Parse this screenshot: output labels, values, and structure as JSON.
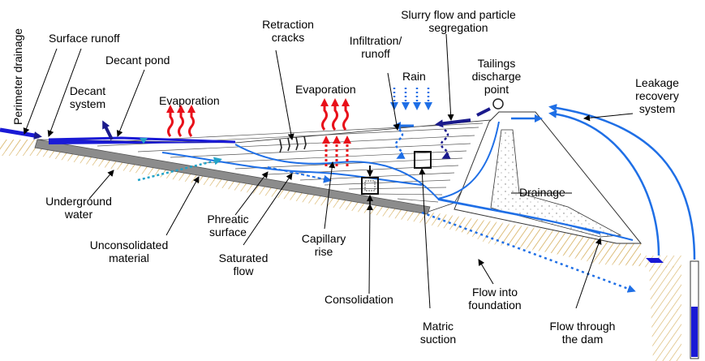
{
  "labels": {
    "perimeter_drainage": "Perimeter drainage",
    "surface_runoff": "Surface runoff",
    "decant_pond": "Decant pond",
    "decant_system_1": "Decant",
    "decant_system_2": "system",
    "evaporation_left": "Evaporation",
    "retraction_cracks_1": "Retraction",
    "retraction_cracks_2": "cracks",
    "evaporation_right": "Evaporation",
    "infiltration_1": "Infiltration/",
    "infiltration_2": "runoff",
    "rain": "Rain",
    "slurry_1": "Slurry flow and particle",
    "slurry_2": "segregation",
    "tailings_1": "Tailings",
    "tailings_2": "discharge",
    "tailings_3": "point",
    "leakage_1": "Leakage",
    "leakage_2": "recovery",
    "leakage_3": "system",
    "drainage": "Drainage",
    "underground_1": "Underground",
    "underground_2": "water",
    "unconsolidated_1": "Unconsolidated",
    "unconsolidated_2": "material",
    "phreatic_1": "Phreatic",
    "phreatic_2": "surface",
    "saturated_1": "Saturated",
    "saturated_2": "flow",
    "capillary_1": "Capillary",
    "capillary_2": "rise",
    "consolidation": "Consolidation",
    "matric_1": "Matric",
    "matric_2": "suction",
    "flow_foundation_1": "Flow into",
    "flow_foundation_2": "foundation",
    "flow_dam_1": "Flow through",
    "flow_dam_2": "the dam"
  },
  "colors": {
    "water": "#1a1ad6",
    "flow_line": "#1f6fe6",
    "evaporation": "#e8101a",
    "dark_arrow": "#1a1a8c",
    "foundation_hatch": "#d8b468",
    "tailings_lines": "#555555",
    "liner": "#8c8c8c"
  }
}
